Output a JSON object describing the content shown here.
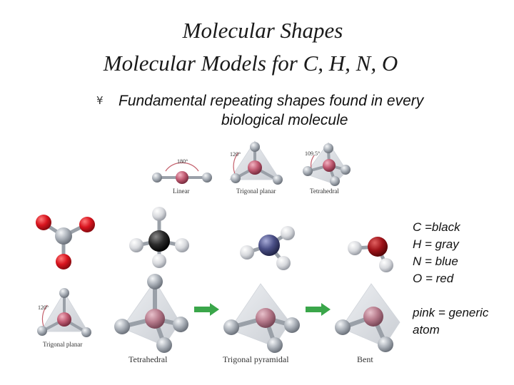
{
  "title": {
    "line1": "Molecular Shapes",
    "line2": "Molecular Models for C, H, N, O"
  },
  "bullet": {
    "icon": "yen-bullet-icon",
    "line1": "Fundamental repeating shapes found in every",
    "line2": "biological molecule"
  },
  "top_shapes": {
    "linear": {
      "label": "Linear",
      "angle": "180°"
    },
    "trigonal_planar": {
      "label": "Trigonal planar",
      "angle": "120°"
    },
    "tetrahedral": {
      "label": "Tetrahedral",
      "angle": "109.5°"
    }
  },
  "left_model": {
    "label": "Trigonal planar",
    "angle": "120°"
  },
  "bottom_shapes": {
    "tetrahedral": "Tetrahedral",
    "trigonal_pyramidal": "Trigonal pyramidal",
    "bent": "Bent"
  },
  "legend": {
    "c": "C =black",
    "h": "H = gray",
    "n": "N = blue",
    "o": "O = red",
    "note": "pink = generic atom"
  },
  "colors": {
    "carbon": "#222222",
    "hydrogen": "#b8bcc2",
    "nitrogen": "#4a4f86",
    "oxygen": "#d8141e",
    "generic": "#c05a72",
    "arrow": "#3aa64a",
    "bond": "#9aa0a8"
  }
}
